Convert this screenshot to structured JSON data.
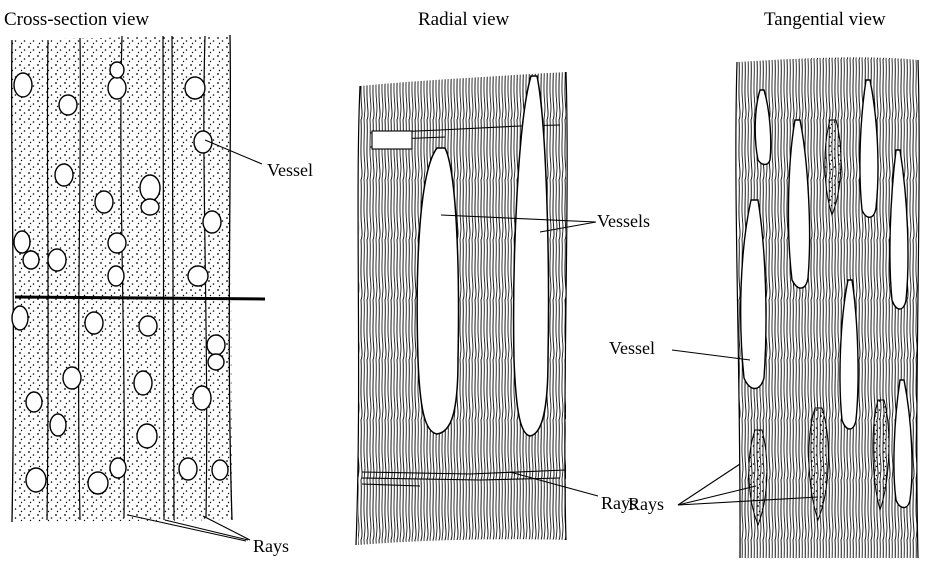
{
  "views": {
    "cross_section": {
      "title": "Cross-section view"
    },
    "radial": {
      "title": "Radial view"
    },
    "tangential": {
      "title": "Tangential view"
    }
  },
  "labels": {
    "vessel_cross": "Vessel",
    "rays_cross": "Rays",
    "vessels_radial": "Vessels",
    "rays_radial": "Rays",
    "vessel_tangential": "Vessel",
    "rays_tangential": "Rays"
  }
}
